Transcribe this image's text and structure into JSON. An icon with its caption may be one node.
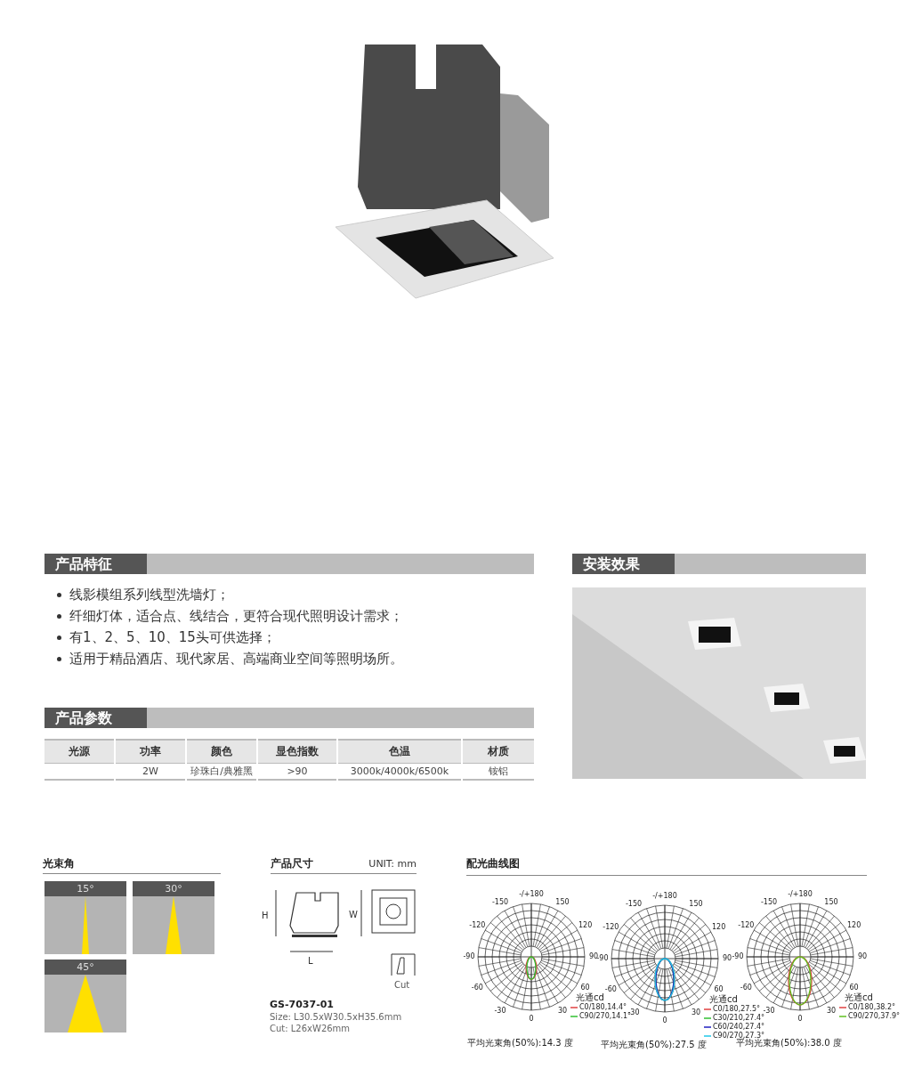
{
  "diagram": {
    "labels": [
      "产品特征",
      "线影模组系列线型洗墙灯；",
      "纤细灯体，适合点、线结合，更符合现代照明设计需求；",
      "有1、2、5、10、15头可供选择；",
      "适用于精品酒店、现代家居、高端商业空间等照明场所。",
      "产品参数",
      "光源",
      "功率",
      "颜色",
      "显色指数",
      "色温",
      "材质",
      "2W",
      "珍珠白/典雅黑",
      ">90",
      "3000k/4000k/6500k",
      "铵铝",
      "安装效果",
      "光束角",
      "15°",
      "30°",
      "45°",
      "产品尺寸",
      "UNIT: mm",
      "H",
      "W",
      "L",
      "Cut",
      "GS-7037-01",
      "Size: L30.5xW30.5xH35.6mm",
      "Cut: L26xW26mm",
      "配光曲线图",
      "-/+180",
      "-150",
      "150",
      "-120",
      "120",
      "-90",
      "90",
      "-60",
      "60",
      "-30",
      "30",
      "0",
      "光通cd",
      "平均光束角(50%):14.3 度",
      "-/+180",
      "-150",
      "150",
      "-120",
      "120",
      "-90",
      "90",
      "-60",
      "60",
      "-30",
      "30",
      "0",
      "光通cd",
      "平均光束角(50%):27.5 度",
      "-/+180",
      "-150",
      "150",
      "-120",
      "120",
      "-90",
      "90",
      "-60",
      "60",
      "-30",
      "30",
      "0",
      "光通cd",
      "平均光束角(50%):38.0 度"
    ],
    "legend": [
      {
        "text": "C0/180,14.4°"
      },
      {
        "text": "C90/270,14.1°"
      },
      {
        "text": "C0/180,27.5°"
      },
      {
        "text": "C30/210,27.4°"
      },
      {
        "text": "C60/240,27.4°"
      },
      {
        "text": "C90/270,27.3°"
      },
      {
        "text": "C0/180,38.2°"
      },
      {
        "text": "C90/270,37.9°"
      }
    ]
  }
}
